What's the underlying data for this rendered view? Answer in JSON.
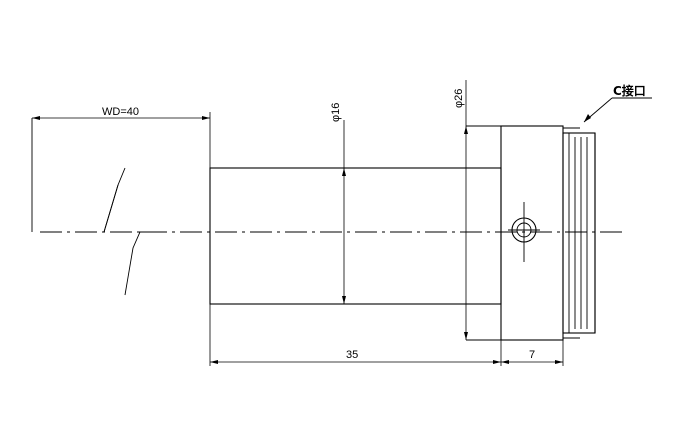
{
  "drawing": {
    "labels": {
      "wd": "WD=40",
      "dia_small": "φ16",
      "dia_large": "φ26",
      "mount": "C接口",
      "length_main": "35",
      "length_flange": "7"
    }
  }
}
